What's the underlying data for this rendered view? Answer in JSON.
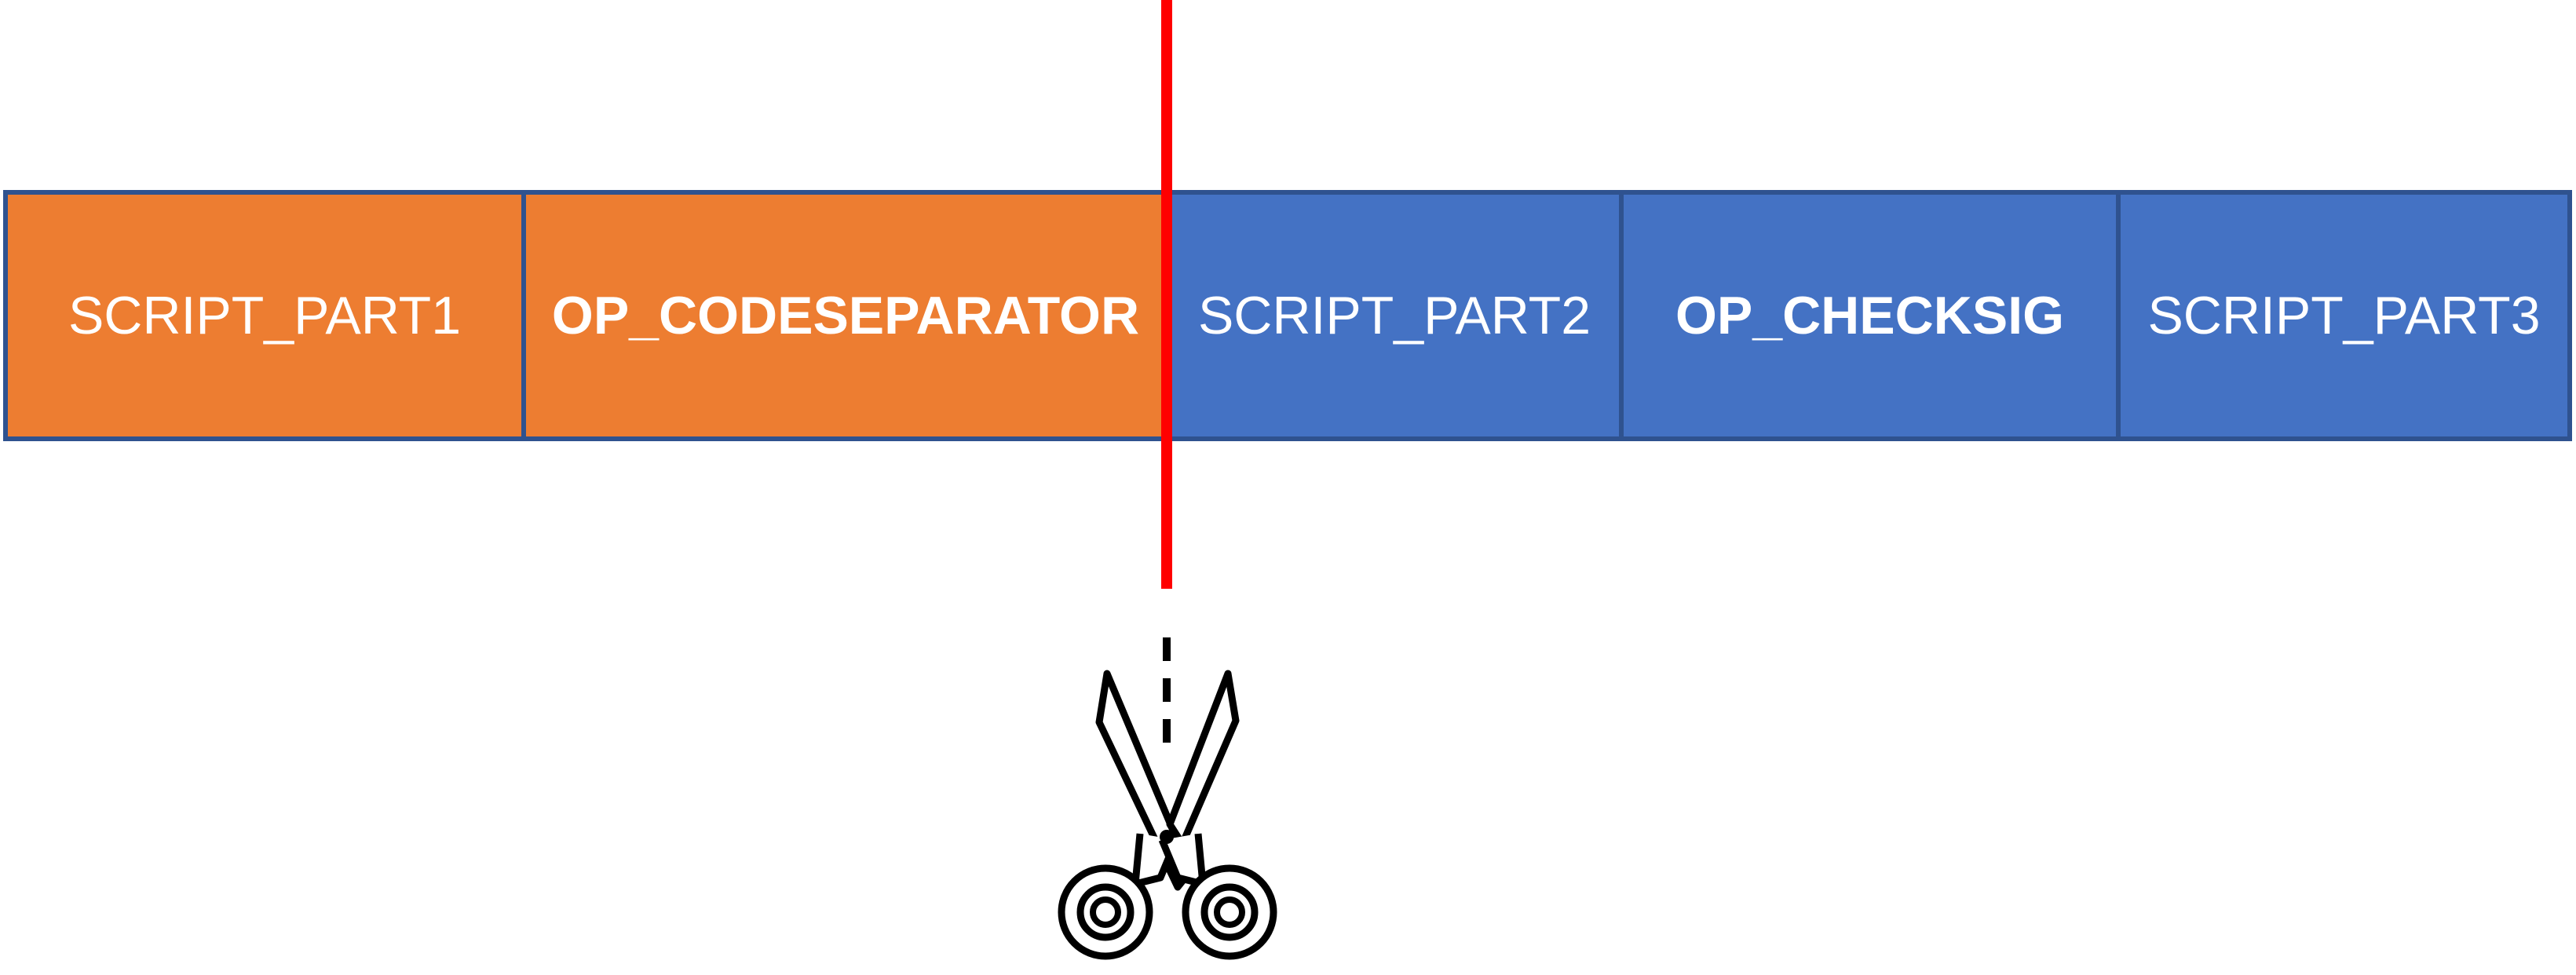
{
  "segments": [
    {
      "label": "SCRIPT_PART1",
      "color": "#ed7d31",
      "bold": false
    },
    {
      "label": "OP_CODESEPARATOR",
      "color": "#ed7d31",
      "bold": true
    },
    {
      "label": "SCRIPT_PART2",
      "color": "#4472c4",
      "bold": false
    },
    {
      "label": "OP_CHECKSIG",
      "color": "#4472c4",
      "bold": true
    },
    {
      "label": "SCRIPT_PART3",
      "color": "#4472c4",
      "bold": false
    }
  ],
  "colors": {
    "before_separator": "#ed7d31",
    "after_separator": "#4472c4",
    "border": "#2f528f",
    "cut_line": "#ff0000"
  },
  "icons": {
    "cut_marker": "scissors-icon"
  }
}
